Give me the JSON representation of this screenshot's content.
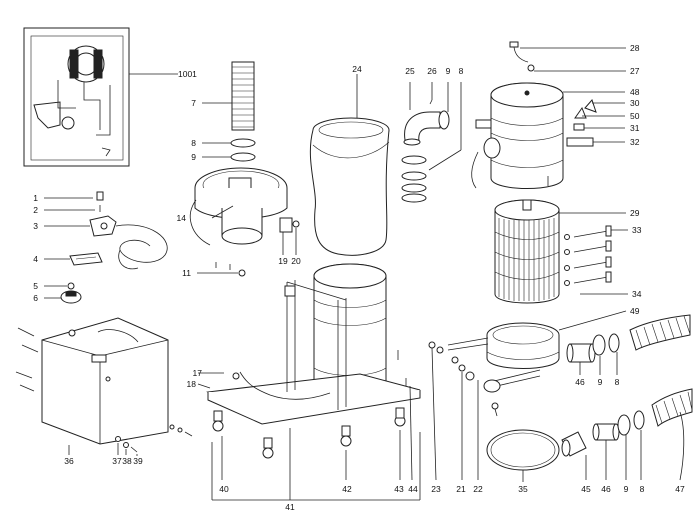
{
  "figure": {
    "kind": "exploded parts diagram",
    "background": "#ffffff",
    "ink": "#222222"
  },
  "labels": {
    "l1": "1",
    "l2": "2",
    "l3": "3",
    "l4": "4",
    "l5": "5",
    "l6": "6",
    "l7": "7",
    "l8a": "8",
    "l9a": "9",
    "l8b": "8",
    "l9b": "9",
    "l11": "11",
    "l14": "14",
    "l17": "17",
    "l18": "18",
    "l19": "19",
    "l20": "20",
    "l21": "21",
    "l22": "22",
    "l23": "23",
    "l24": "24",
    "l25": "25",
    "l26": "26",
    "l27": "27",
    "l28": "28",
    "l29": "29",
    "l30": "30",
    "l31": "31",
    "l32": "32",
    "l33": "33",
    "l34": "34",
    "l35": "35",
    "l36": "36",
    "l37": "37",
    "l38": "38",
    "l39": "39",
    "l40": "40",
    "l41": "41",
    "l42": "42",
    "l43": "43",
    "l44": "44",
    "l45": "45",
    "l46a": "46",
    "l46b": "46",
    "l9c": "9",
    "l9d": "9",
    "l8c": "8",
    "l8d": "8",
    "l47": "47",
    "l48": "48",
    "l49": "49",
    "l50": "50",
    "l1001": "1001"
  }
}
